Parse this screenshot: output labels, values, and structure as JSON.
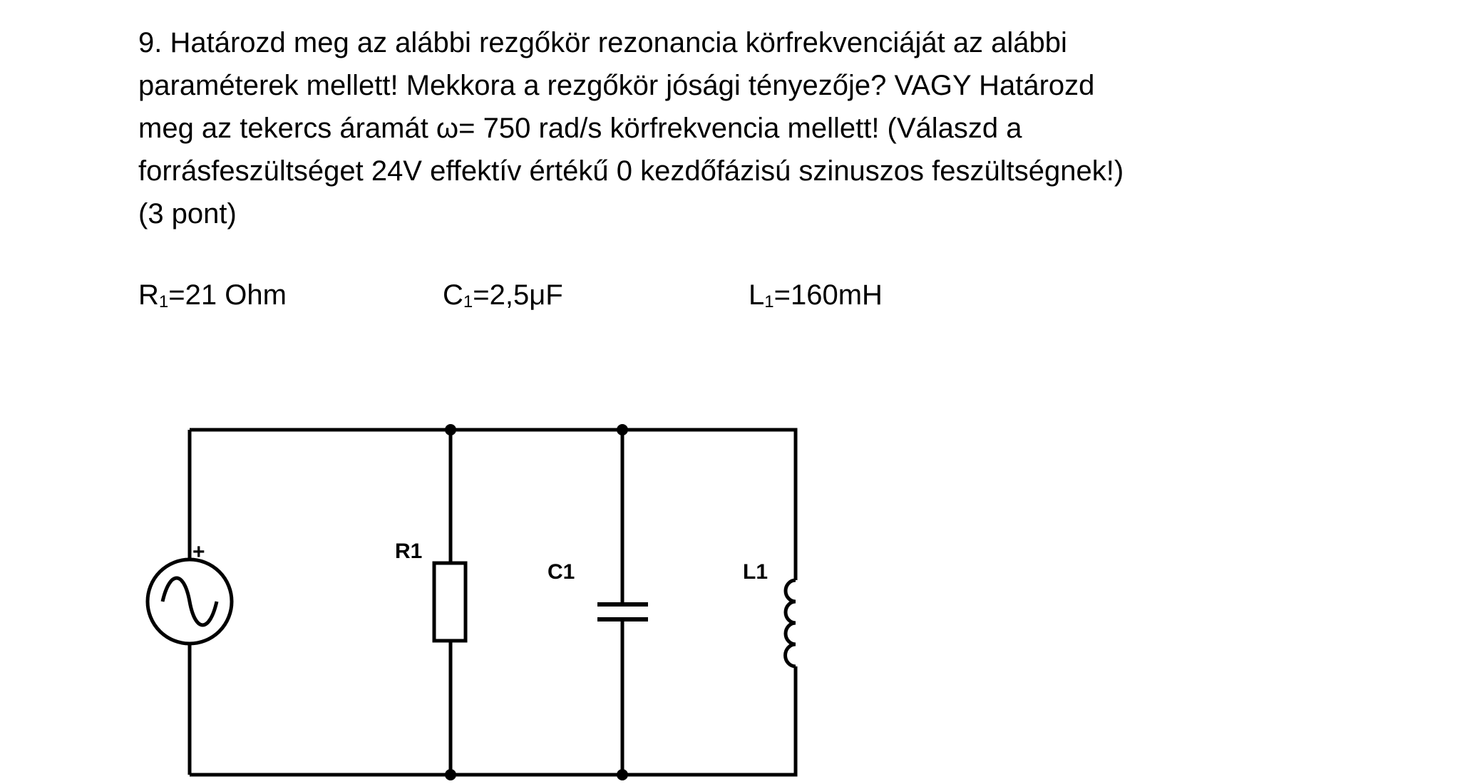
{
  "question": {
    "lines": [
      "9.  Határozd meg az alábbi rezgőkör rezonancia körfrekvenciáját az alábbi",
      "paraméterek mellett! Mekkora a rezgőkör jósági tényezője? VAGY Határozd",
      "meg az tekercs áramát ω= 750 rad/s körfrekvencia mellett! (Válaszd a",
      "forrásfeszültséget 24V effektív értékű 0 kezdőfázisú szinuszos feszültségnek!)",
      "(3 pont)"
    ]
  },
  "parameters": [
    {
      "symbol": "R",
      "sub": "1",
      "value": "=21 Ohm"
    },
    {
      "symbol": "C",
      "sub": "1",
      "value": "=2,5μF"
    },
    {
      "symbol": "L",
      "sub": "1",
      "value": "=160mH"
    }
  ],
  "circuit": {
    "source_polarity": "+",
    "labels": {
      "resistor": "R1",
      "capacitor": "C1",
      "inductor": "L1"
    }
  }
}
